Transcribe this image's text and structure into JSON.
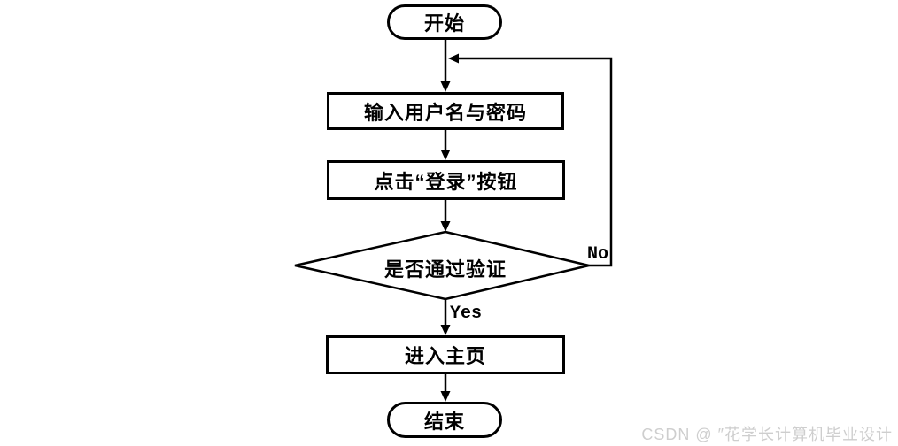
{
  "flowchart": {
    "nodes": {
      "start": {
        "label": "开始",
        "type": "terminator"
      },
      "input": {
        "label": "输入用户名与密码",
        "type": "process"
      },
      "click_login": {
        "label": "点击“登录”按钮",
        "type": "process"
      },
      "verify": {
        "label": "是否通过验证",
        "type": "decision"
      },
      "home": {
        "label": "进入主页",
        "type": "process"
      },
      "end": {
        "label": "结束",
        "type": "terminator"
      }
    },
    "edge_labels": {
      "yes": "Yes",
      "no": "No"
    }
  },
  "watermark": {
    "text": "CSDN @ ″花学长计算机毕业设计"
  },
  "colors": {
    "stroke": "#000000",
    "background": "#ffffff",
    "watermark_text": "#cecece"
  }
}
